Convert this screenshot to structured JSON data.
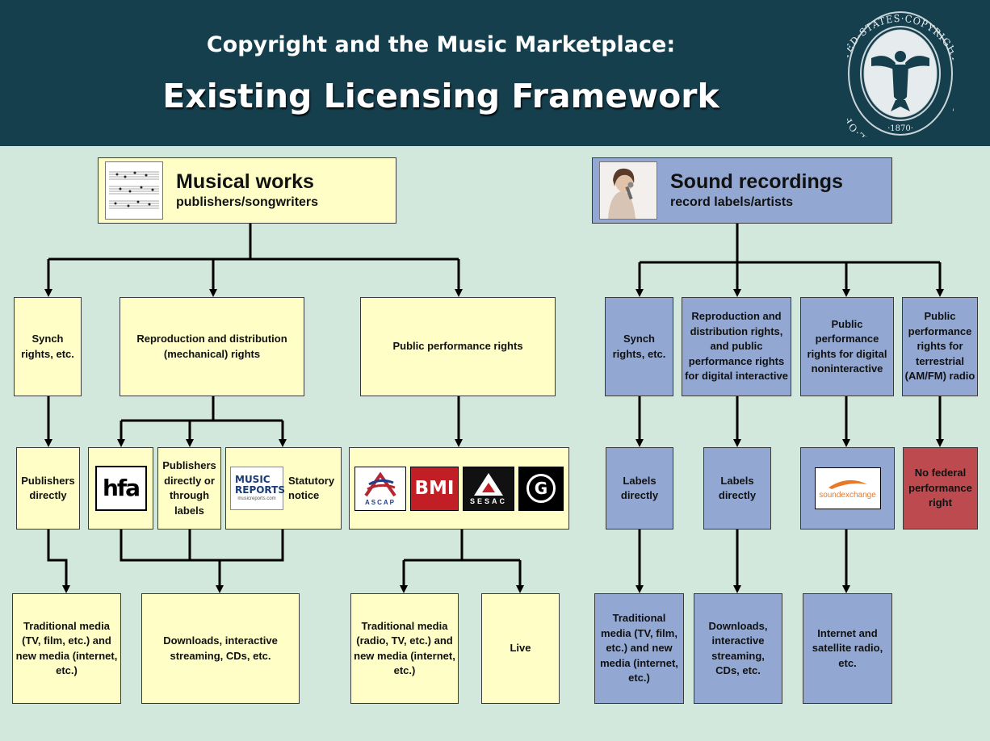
{
  "header": {
    "subtitle": "Copyright and the Music Marketplace:",
    "title": "Existing Licensing Framework",
    "seal": {
      "ring_text": "SEAL·OF·THE·UNITED·STATES·COPYRIGHT·OFFICE",
      "year": "·1870·"
    }
  },
  "musical_works": {
    "title": "Musical works",
    "subtitle": "publishers/songwriters",
    "rights": {
      "synch": "Synch rights, etc.",
      "mechanical": "Reproduction and distribution (mechanical) rights",
      "performance": "Public performance rights"
    },
    "licensors": {
      "publishers_directly": "Publishers directly",
      "hfa_logo": "hfa",
      "publishers_labels": "Publishers directly or through labels",
      "music_reports_logo": "MUSIC REPORTS",
      "music_reports_url": "musicreports.com",
      "statutory": "Statutory notice",
      "pro_logos": [
        "ASCAP",
        "BMI",
        "SESAC",
        "G"
      ]
    },
    "uses": {
      "traditional": "Traditional media (TV, film, etc.) and new media (internet, etc.)",
      "downloads": "Downloads, interactive streaming, CDs, etc.",
      "traditional_radio": "Traditional media (radio, TV, etc.) and new media (internet, etc.)",
      "live": "Live"
    }
  },
  "sound_recordings": {
    "title": "Sound recordings",
    "subtitle": "record labels/artists",
    "rights": {
      "synch": "Synch rights, etc.",
      "reproduction": "Reproduction and distribution rights, and public performance rights for digital interactive",
      "noninteractive": "Public performance rights for digital noninteractive",
      "terrestrial": "Public performance rights for terrestrial (AM/FM) radio"
    },
    "licensors": {
      "labels_1": "Labels directly",
      "labels_2": "Labels directly",
      "soundexchange_logo": "soundexchange",
      "no_federal": "No federal performance right"
    },
    "uses": {
      "traditional": "Traditional media (TV, film, etc.) and new media (internet, etc.)",
      "downloads": "Downloads, interactive streaming, CDs, etc.",
      "internet": "Internet and satellite radio, etc."
    }
  },
  "colors": {
    "header_bg": "#163f4e",
    "page_bg": "#d3e8dc",
    "musical_box": "#fefec6",
    "sound_box": "#92a8d2",
    "no_right_box": "#bd4a4f"
  }
}
